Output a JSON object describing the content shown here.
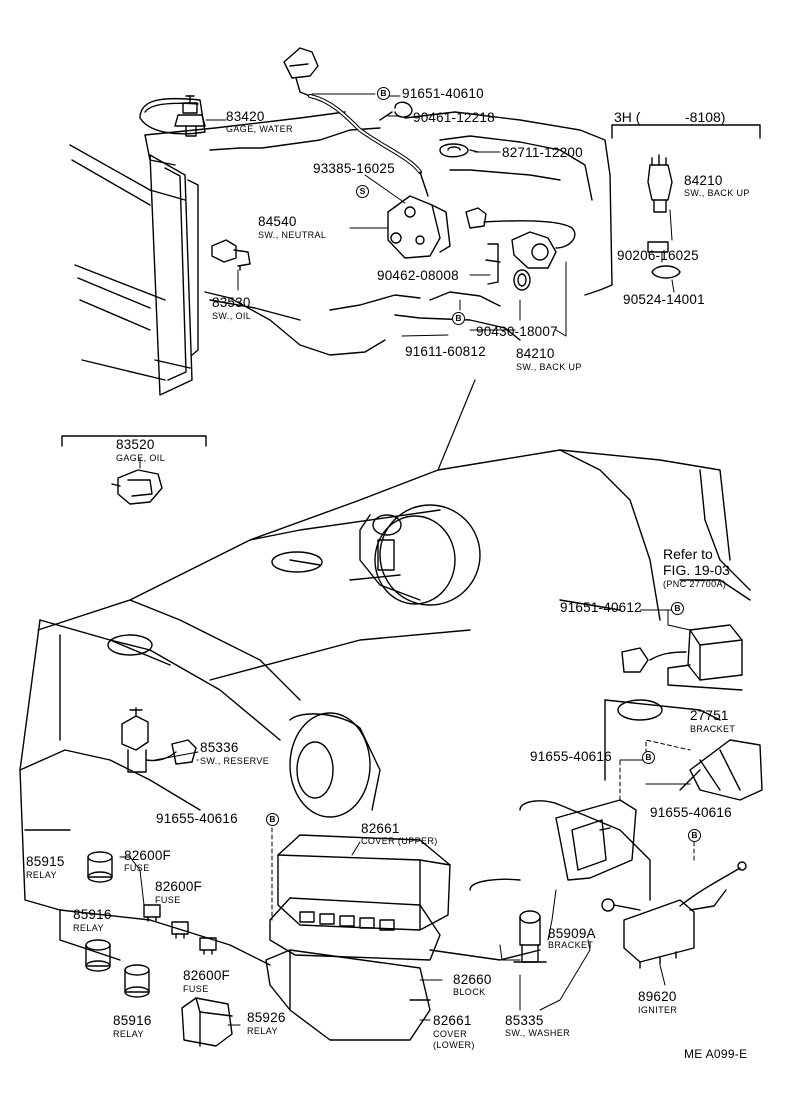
{
  "parts": [
    {
      "id": "p83420",
      "number": "83420",
      "desc": "GAGE, WATER"
    },
    {
      "id": "p91651a",
      "number": "91651-40610"
    },
    {
      "id": "p90461",
      "number": "90461-12218"
    },
    {
      "id": "p82711",
      "number": "82711-12200"
    },
    {
      "id": "p93385",
      "number": "93385-16025"
    },
    {
      "id": "p84540",
      "number": "84540",
      "desc": "SW., NEUTRAL"
    },
    {
      "id": "p90462",
      "number": "90462-08008"
    },
    {
      "id": "p83530",
      "number": "83530",
      "desc": "SW., OIL"
    },
    {
      "id": "p90430",
      "number": "90430-18007"
    },
    {
      "id": "p91611",
      "number": "91611-60812"
    },
    {
      "id": "p84210b",
      "number": "84210",
      "desc": "SW., BACK UP"
    },
    {
      "id": "p84210a",
      "number": "84210",
      "desc": "SW., BACK UP"
    },
    {
      "id": "p90206",
      "number": "90206-16025"
    },
    {
      "id": "p90524",
      "number": "90524-14001"
    },
    {
      "id": "p83520",
      "number": "83520",
      "desc": "GAGE, OIL"
    },
    {
      "id": "p91651b",
      "number": "91651-40612"
    },
    {
      "id": "p27751",
      "number": "27751",
      "desc": "BRACKET"
    },
    {
      "id": "p91655a",
      "number": "91655-40616"
    },
    {
      "id": "p91655b",
      "number": "91655-40616"
    },
    {
      "id": "p91655c",
      "number": "91655-40616"
    },
    {
      "id": "p85336",
      "number": "85336",
      "desc": "SW., RESERVE"
    },
    {
      "id": "p82661u",
      "number": "82661",
      "desc": "COVER (UPPER)"
    },
    {
      "id": "p85915",
      "number": "85915",
      "desc": "RELAY"
    },
    {
      "id": "p82600f1",
      "number": "82600F",
      "desc": "FUSE"
    },
    {
      "id": "p82600f2",
      "number": "82600F",
      "desc": "FUSE"
    },
    {
      "id": "p82600f3",
      "number": "82600F",
      "desc": "FUSE"
    },
    {
      "id": "p85916a",
      "number": "85916",
      "desc": "RELAY"
    },
    {
      "id": "p85916b",
      "number": "85916",
      "desc": "RELAY"
    },
    {
      "id": "p85926",
      "number": "85926",
      "desc": "RELAY"
    },
    {
      "id": "p82660",
      "number": "82660",
      "desc": "BLOCK"
    },
    {
      "id": "p82661l",
      "number": "82661",
      "desc": "COVER",
      "desc2": "(LOWER)"
    },
    {
      "id": "p85335",
      "number": "85335",
      "desc": "SW., WASHER"
    },
    {
      "id": "p85909a",
      "number": "85909A",
      "desc": "BRACKET"
    },
    {
      "id": "p89620",
      "number": "89620",
      "desc": "IGNITER"
    }
  ],
  "markers": {
    "b": "B",
    "s": "S"
  },
  "variant_header": {
    "prefix": "3H (",
    "suffix": "-8108)"
  },
  "reference": {
    "line1": "Refer to",
    "line2": "FIG. 19-03",
    "line3": "(PNC 27700A)"
  },
  "diagram_code": "ME A099-E"
}
